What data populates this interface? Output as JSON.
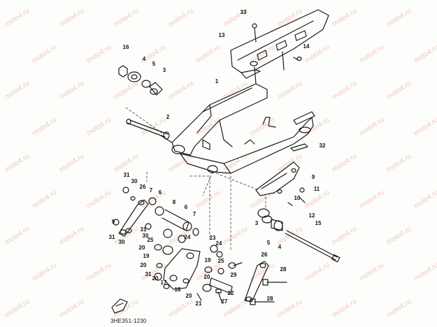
{
  "diagram": {
    "title": "",
    "drawing_code": "3HE351-1230",
    "watermark": "moto4.ru",
    "callouts": [
      "1",
      "2",
      "3",
      "4",
      "5",
      "6",
      "7",
      "8",
      "9",
      "10",
      "11",
      "12",
      "13",
      "14",
      "15",
      "16",
      "17",
      "18",
      "19",
      "20",
      "21",
      "22",
      "23",
      "24",
      "25",
      "26",
      "27",
      "28",
      "29",
      "30",
      "31",
      "32",
      "33"
    ],
    "colors": {
      "ink": "#1a1a1a",
      "paper": "#fdfdfb",
      "watermark": "#f1c8c3"
    }
  }
}
